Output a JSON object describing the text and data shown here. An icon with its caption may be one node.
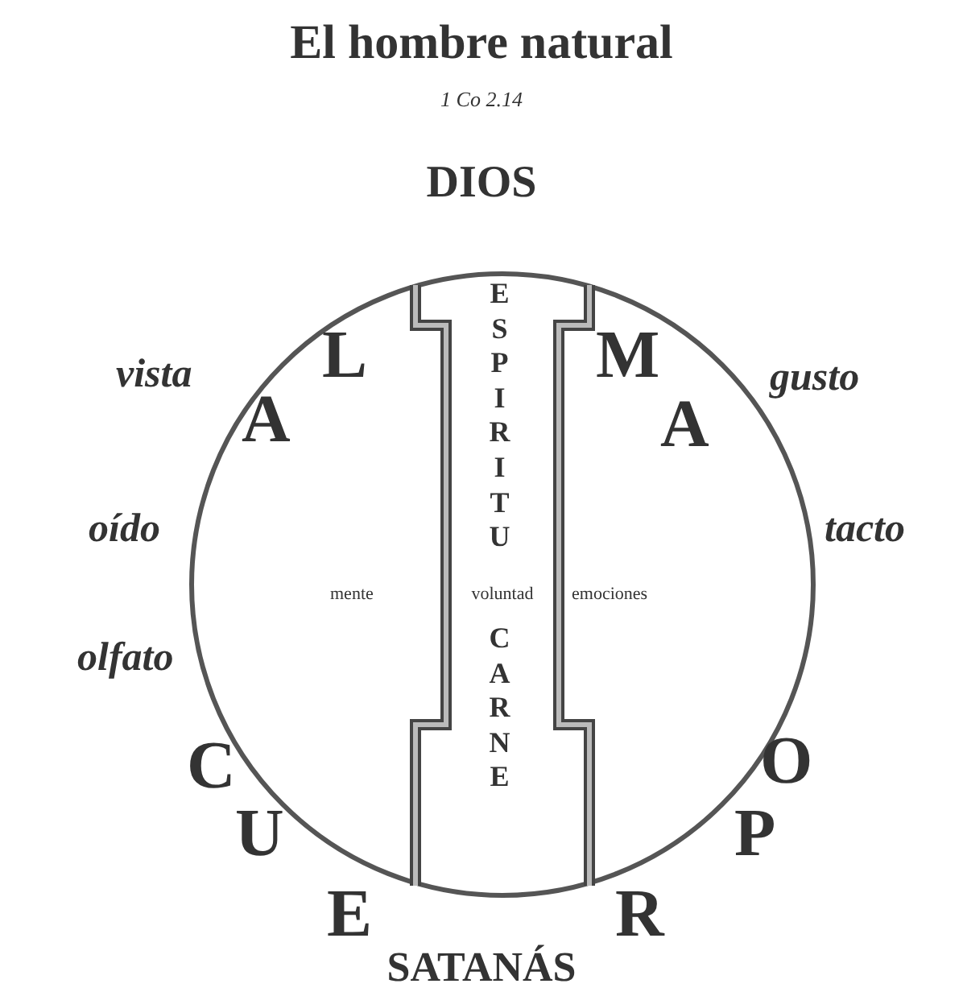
{
  "diagram": {
    "title": "El hombre natural",
    "nodes": [
      {
        "text": [
          "mente",
          "emociones"
        ]
      },
      {
        "text": [
          "ESPIRITU",
          "voluntad",
          "CARNE"
        ],
        "in": 0
      }
    ],
    "labels": [
      "1 Co 2.14",
      "DIOS",
      "vista",
      "A",
      "L",
      "M",
      "A",
      "gusto",
      "oído",
      "tacto",
      "olfato",
      "C",
      "O",
      "U",
      "P",
      "E",
      "R",
      "SATANÁS"
    ]
  }
}
